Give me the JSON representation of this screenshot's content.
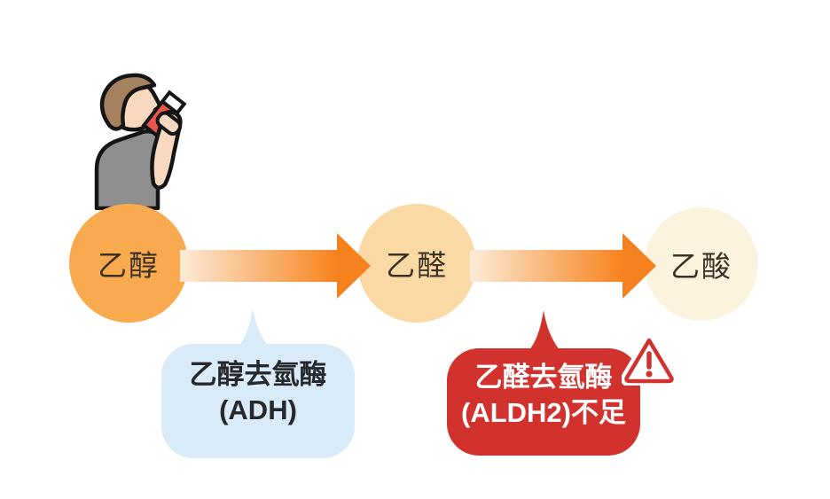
{
  "diagram": {
    "topic": "alcohol-metabolism-flow",
    "nodes": [
      {
        "label": "乙醇",
        "color": "#F9A94E"
      },
      {
        "label": "乙醛",
        "color": "#FBD9A4"
      },
      {
        "label": "乙酸",
        "color": "#FCF3DE"
      }
    ],
    "arrows": [
      {
        "from": "乙醇",
        "to": "乙醛",
        "gradient_start": "#FCEBD8",
        "gradient_end": "#F5821F"
      },
      {
        "from": "乙醛",
        "to": "乙酸",
        "gradient_start": "#FCEBD8",
        "gradient_end": "#F5821F"
      }
    ],
    "bubbles": [
      {
        "line1": "乙醇去氫酶",
        "line2": "(ADH)",
        "bg": "#D9EAF9",
        "text_color": "#26282B"
      },
      {
        "line1": "乙醛去氫酶",
        "line2": "(ALDH2)不足",
        "bg": "#D2322D",
        "text_color": "#FFFFFF"
      }
    ],
    "icons": {
      "person": "person-drinking-icon",
      "warning": "warning-triangle-icon"
    }
  }
}
